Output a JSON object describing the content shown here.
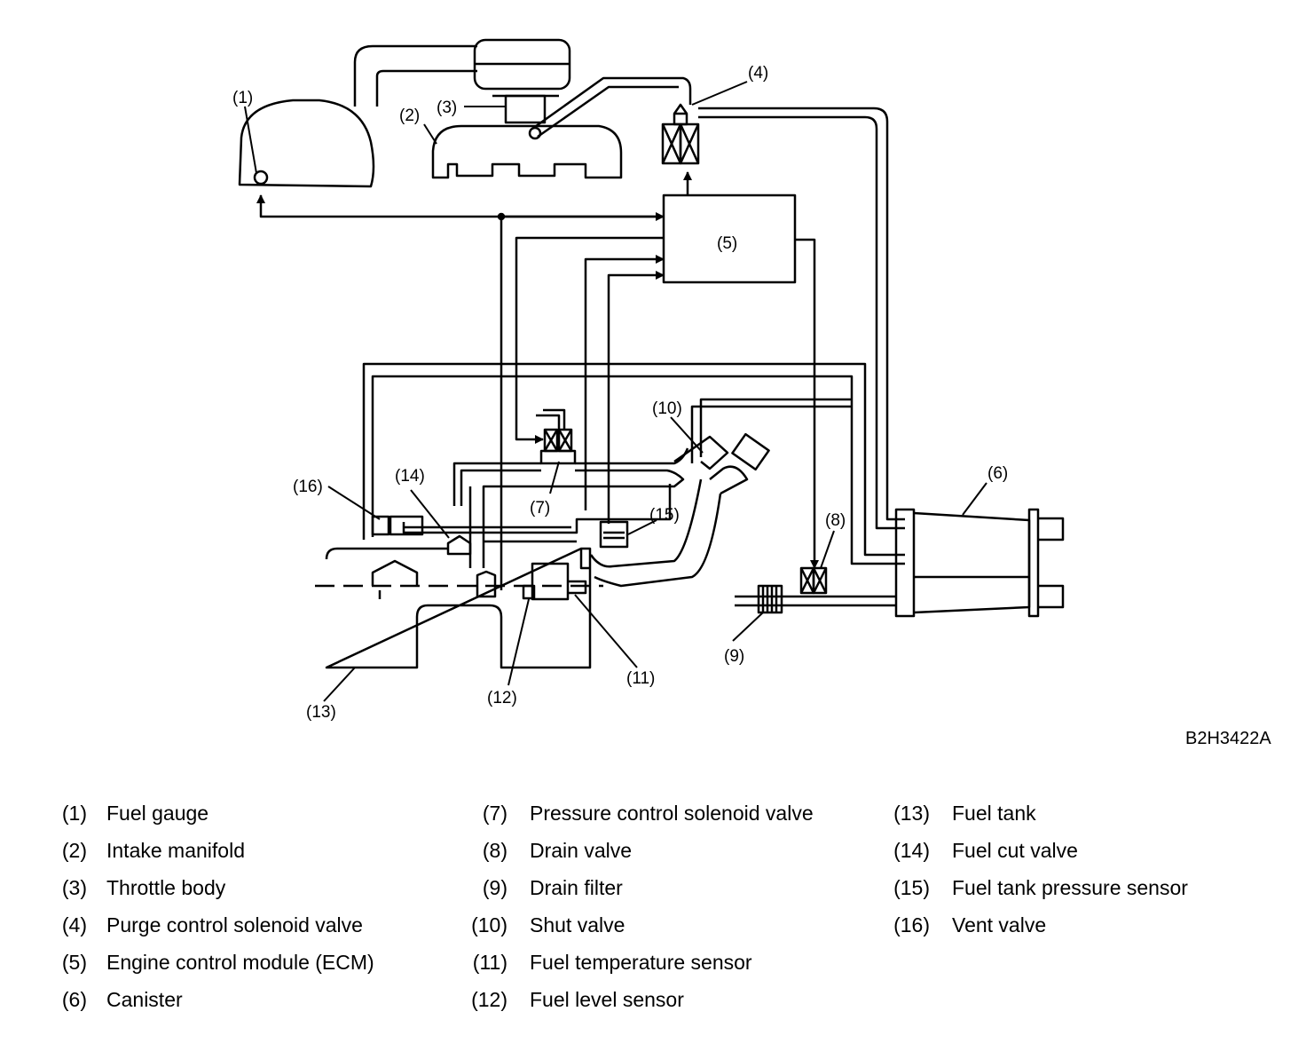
{
  "diagram_labels": {
    "c1": "(1)",
    "c2": "(2)",
    "c3": "(3)",
    "c4": "(4)",
    "c5": "(5)",
    "c6": "(6)",
    "c7": "(7)",
    "c8": "(8)",
    "c9": "(9)",
    "c10": "(10)",
    "c11": "(11)",
    "c12": "(12)",
    "c13": "(13)",
    "c14": "(14)",
    "c15": "(15)",
    "c16": "(16)"
  },
  "figure_id": "B2H3422A",
  "legend": [
    [
      {
        "num": "(1)",
        "text": "Fuel gauge"
      },
      {
        "num": "(2)",
        "text": "Intake manifold"
      },
      {
        "num": "(3)",
        "text": "Throttle body"
      },
      {
        "num": "(4)",
        "text": "Purge control solenoid valve"
      },
      {
        "num": "(5)",
        "text": "Engine control module (ECM)"
      },
      {
        "num": "(6)",
        "text": "Canister"
      }
    ],
    [
      {
        "num": "(7)",
        "text": "Pressure control solenoid valve"
      },
      {
        "num": "(8)",
        "text": "Drain valve"
      },
      {
        "num": "(9)",
        "text": "Drain filter"
      },
      {
        "num": "(10)",
        "text": "Shut valve"
      },
      {
        "num": "(11)",
        "text": "Fuel temperature sensor"
      },
      {
        "num": "(12)",
        "text": "Fuel level sensor"
      }
    ],
    [
      {
        "num": "(13)",
        "text": "Fuel tank"
      },
      {
        "num": "(14)",
        "text": "Fuel cut valve"
      },
      {
        "num": "(15)",
        "text": "Fuel tank pressure sensor"
      },
      {
        "num": "(16)",
        "text": "Vent valve"
      }
    ]
  ]
}
